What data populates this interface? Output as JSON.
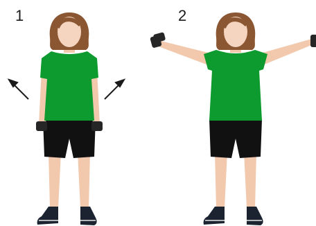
{
  "steps": [
    {
      "number": "1",
      "pose": "arms-down"
    },
    {
      "number": "2",
      "pose": "arms-raised-sideways"
    }
  ],
  "colors": {
    "shirt": "#0d9a2e",
    "shorts": "#111111",
    "skin": "#f2c9ad",
    "face": "#f6d5c0",
    "hair": "#8a5732",
    "shoes": "#1b2230",
    "dumbbell": "#262626",
    "arrow": "#1a1a1a"
  },
  "icons": [
    "arrow-up-left-icon",
    "arrow-up-right-icon",
    "dumbbell-icon"
  ]
}
